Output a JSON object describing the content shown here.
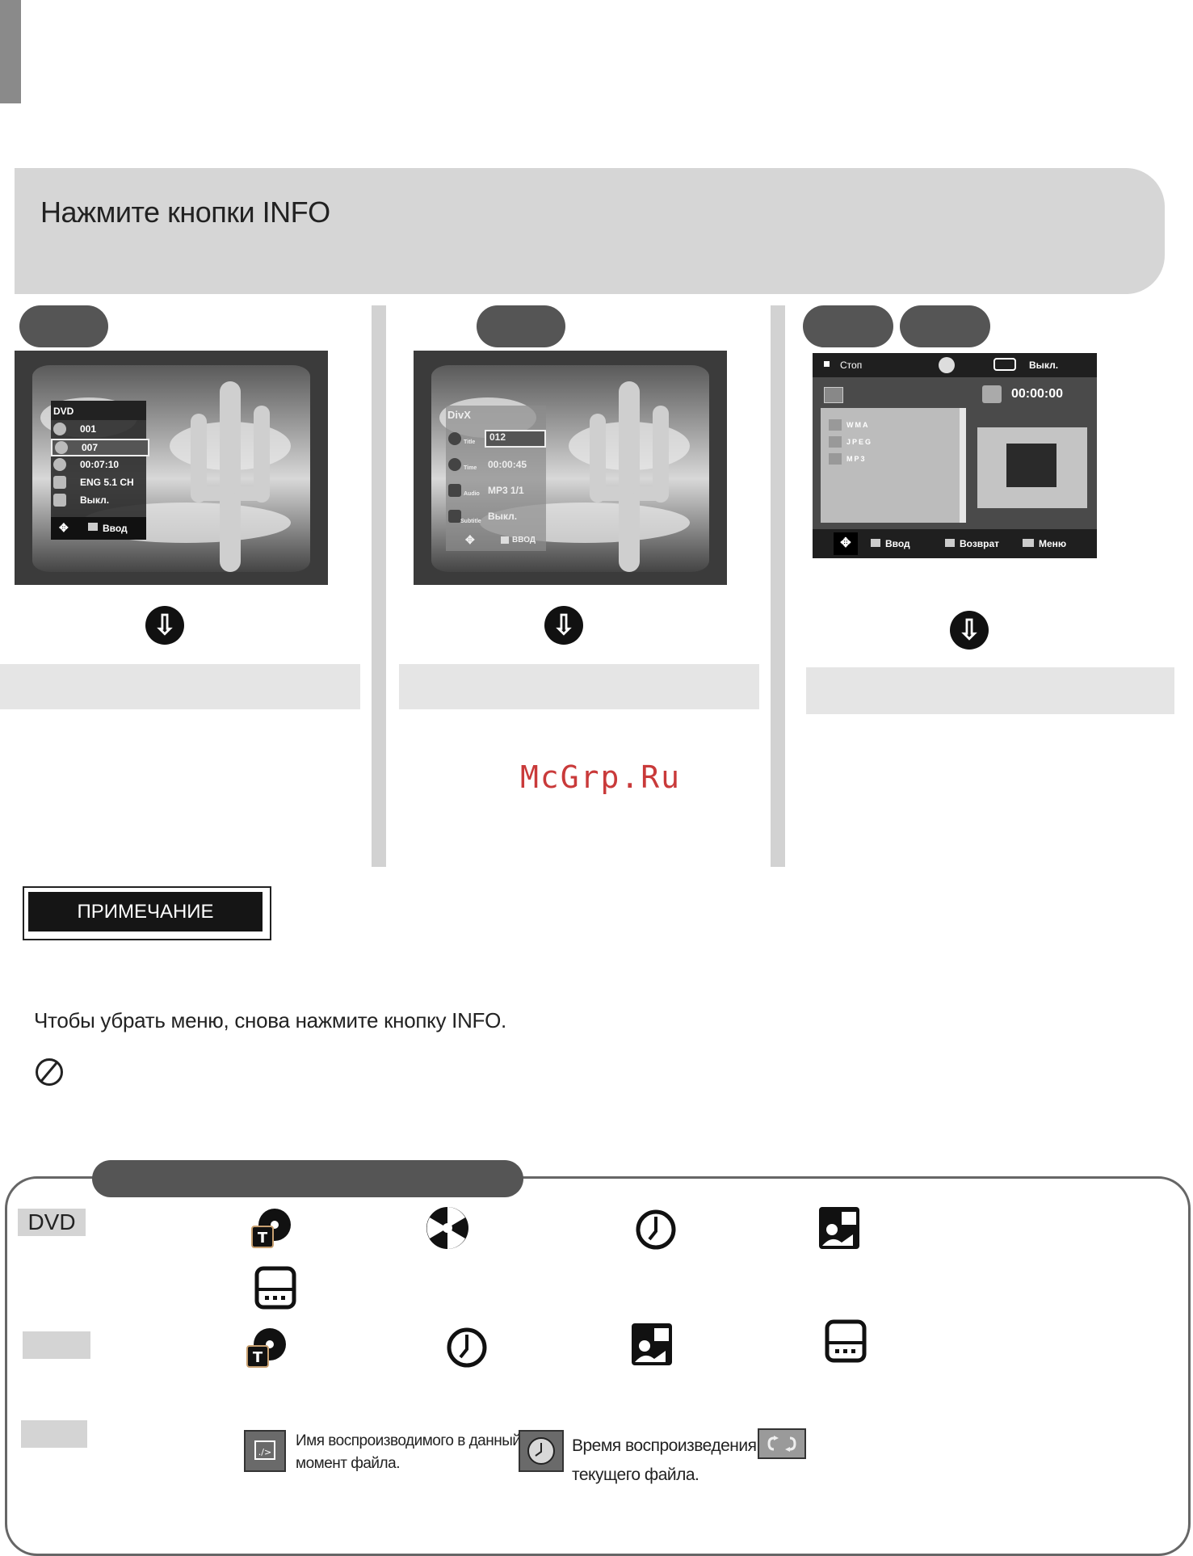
{
  "header": {
    "title": "Нажмите кнопки INFO"
  },
  "dvd_osd": {
    "title": "DVD",
    "rows": [
      "001",
      "007",
      "00:07:10",
      "ENG 5.1 CH",
      "Выкл."
    ],
    "enter_label": "Ввод"
  },
  "divx_osd": {
    "title": "DivX",
    "rows": [
      {
        "label": "Title",
        "value": "012"
      },
      {
        "label": "Time",
        "value": "00:00:45"
      },
      {
        "label": "Audio",
        "value": "MP3 1/1"
      },
      {
        "label": "Subtitle",
        "value": "Выкл."
      }
    ],
    "enter_label": "ВВОД"
  },
  "mp3_screen": {
    "status": "Стоп",
    "repeat": "Выкл.",
    "time": "00:00:00",
    "folders": [
      "WMA",
      "JPEG",
      "MP3"
    ],
    "enter_label": "Ввод",
    "return_label": "Возврат",
    "menu_label": "Меню"
  },
  "watermark": "McGrp.Ru",
  "note": {
    "heading": "ПРИМЕЧАНИЕ",
    "text": "Чтобы убрать меню, снова нажмите кнопку INFO."
  },
  "legend": {
    "dvd_label": "DVD",
    "file_name_text": [
      "Имя воспроизводимого в данный",
      "момент файла."
    ],
    "play_time_text": [
      "Время воспроизведения",
      "текущего файла."
    ]
  }
}
